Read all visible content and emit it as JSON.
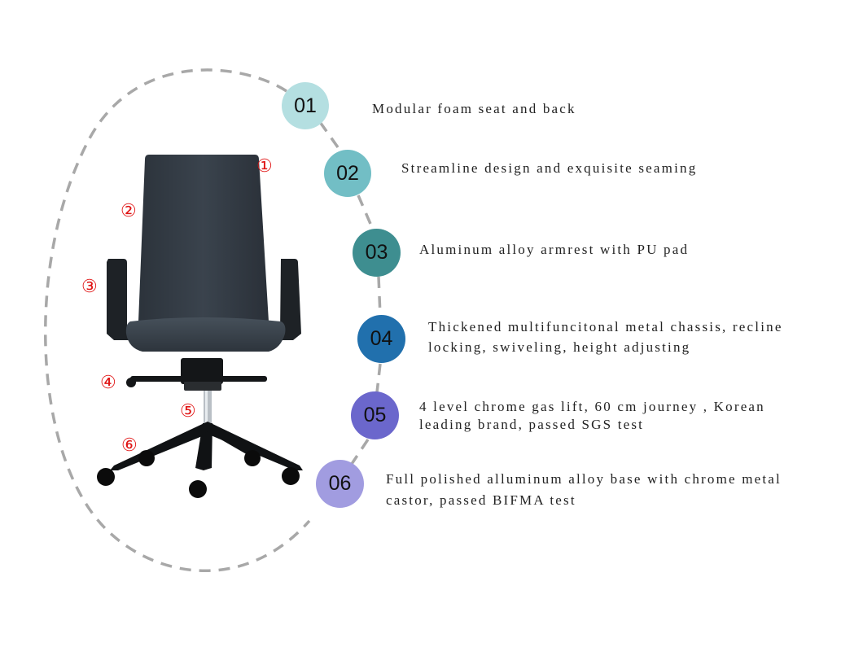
{
  "features": [
    {
      "num": "01",
      "lines": [
        "Modular foam seat and back"
      ],
      "color": "#b4dfe1"
    },
    {
      "num": "02",
      "lines": [
        "Streamline design and exquisite seaming"
      ],
      "color": "#72bec5"
    },
    {
      "num": "03",
      "lines": [
        "Aluminum alloy armrest with PU pad"
      ],
      "color": "#3e8e90"
    },
    {
      "num": "04",
      "lines": [
        "Thickened multifuncitonal metal chassis, recline",
        "locking, swiveling, height adjusting"
      ],
      "color": "#2170ad"
    },
    {
      "num": "05",
      "lines": [
        "4 level chrome gas lift, 60 cm journey , Korean",
        "leading brand, passed SGS test"
      ],
      "color": "#6b67cc"
    },
    {
      "num": "06",
      "lines": [
        "Full polished alluminum alloy base with chrome metal",
        "castor, passed BIFMA test"
      ],
      "color": "#a19ce0"
    }
  ],
  "markers": [
    "①",
    "②",
    "③",
    "④",
    "⑤",
    "⑥"
  ],
  "colors": {
    "dash": "#a8a8a8",
    "marker": "#e01515",
    "chair": "#333b44"
  }
}
